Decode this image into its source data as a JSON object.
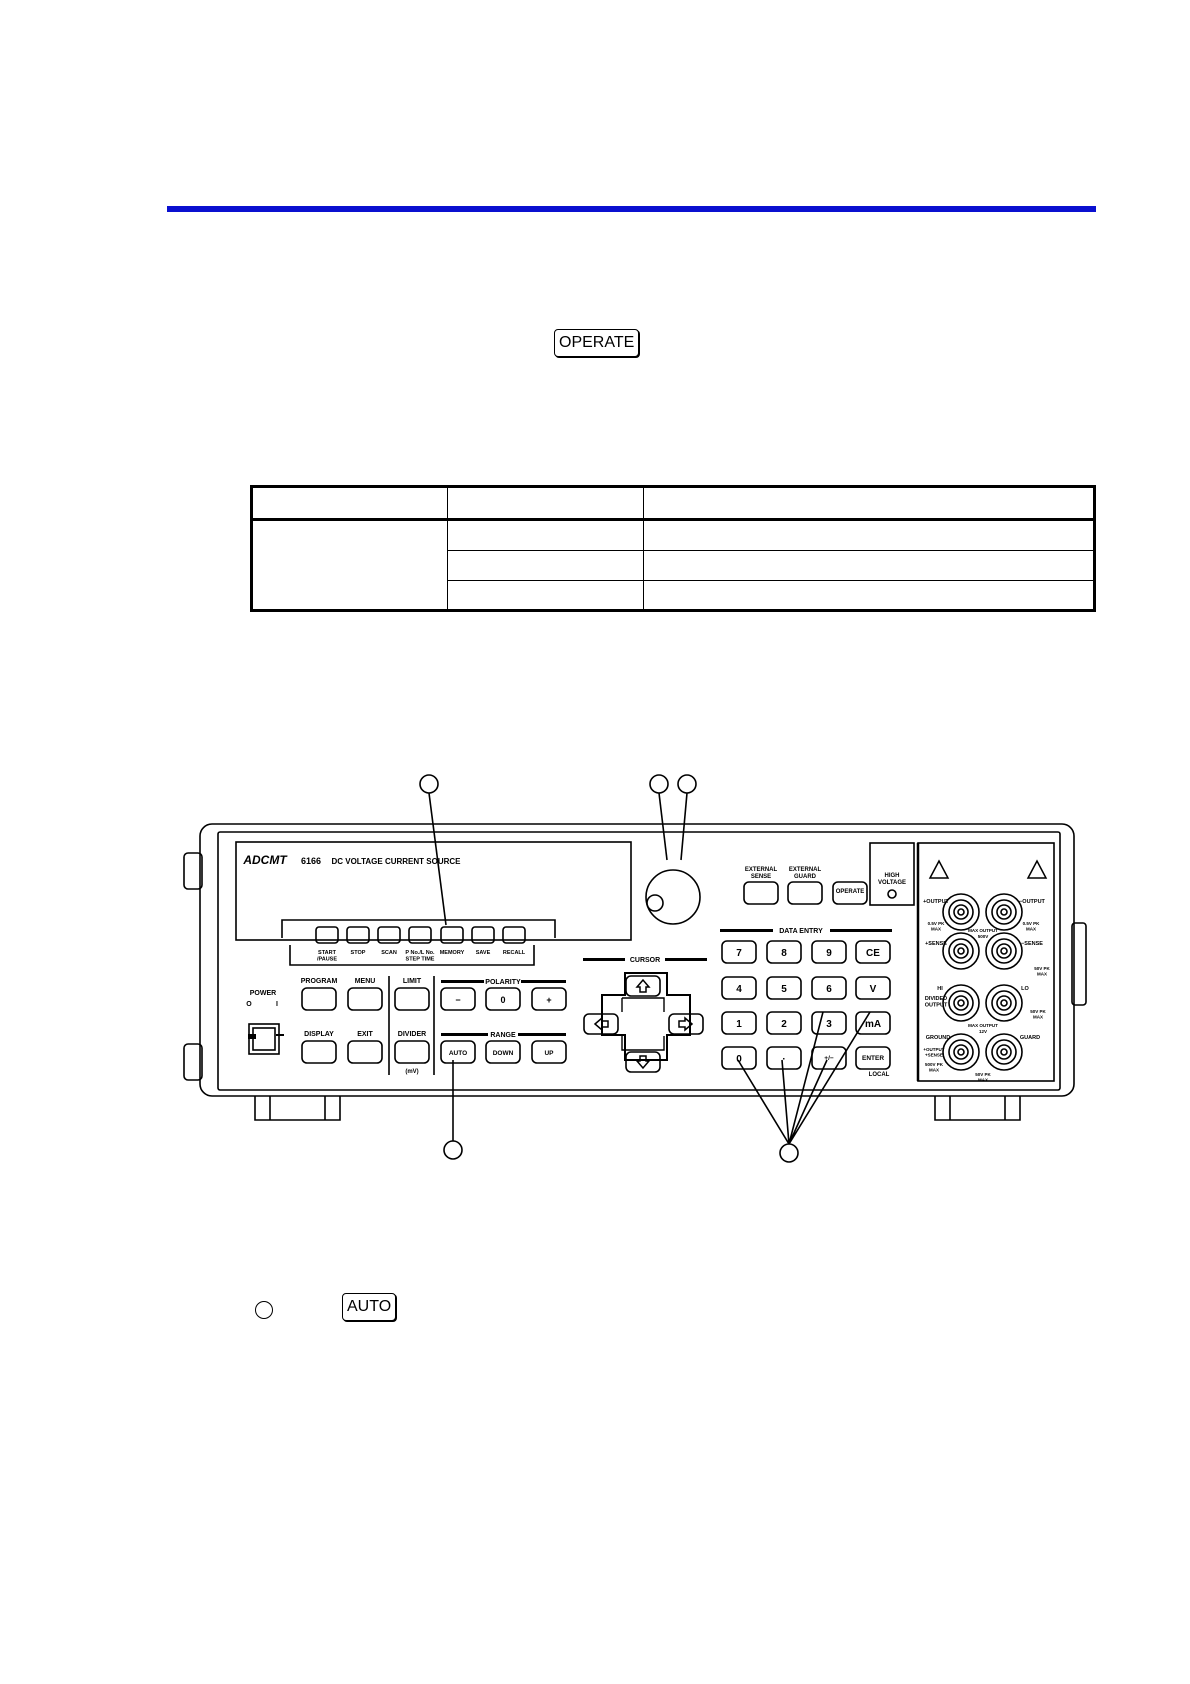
{
  "keycaps": {
    "operate": "OPERATE",
    "auto": "AUTO"
  },
  "panel": {
    "brand": "ADCMT",
    "model": "6166",
    "title": "DC VOLTAGE  CURRENT  SOURCE",
    "soft_keys": [
      "START\n/PAUSE",
      "STOP",
      "SCAN",
      "P No./L No.\nSTEP TIME",
      "MEMORY",
      "SAVE",
      "RECALL"
    ],
    "power_label": "POWER",
    "power_off": "O",
    "power_on": "I",
    "program": "PROGRAM",
    "menu": "MENU",
    "limit": "LIMIT",
    "display": "DISPLAY",
    "exit": "EXIT",
    "divider": "DIVIDER",
    "divider_sub": "(mV)",
    "polarity_label": "POLARITY",
    "polarity_keys": [
      "−",
      "0",
      "+"
    ],
    "range_label": "RANGE",
    "range_keys": [
      "AUTO",
      "DOWN",
      "UP"
    ],
    "cursor_label": "CURSOR",
    "external_sense": "EXTERNAL\nSENSE",
    "external_guard": "EXTERNAL\nGUARD",
    "operate": "OPERATE",
    "high_voltage": "HIGH\nVOLTAGE",
    "data_entry_label": "DATA  ENTRY",
    "data_keys": [
      [
        "7",
        "8",
        "9",
        "CE"
      ],
      [
        "4",
        "5",
        "6",
        "V"
      ],
      [
        "1",
        "2",
        "3",
        "mA"
      ],
      [
        "0",
        "·",
        "+/−",
        "ENTER"
      ]
    ],
    "local_label": "LOCAL",
    "terminals": {
      "plus_output": "+OUTPUT",
      "minus_output": "−OUTPUT",
      "plus_sense": "+SENSE",
      "minus_sense": "−SENSE",
      "hi": "HI",
      "lo": "LO",
      "divided_output": "DIVIDED\nOUTPUT",
      "ground": "GROUND",
      "guard": "GUARD",
      "output_max": "MAX  OUTPUT",
      "v500": "500V",
      "v12": "12V",
      "pk_left": "0.5V PK\nMAX",
      "pk_right": "0.5V PK\nMAX",
      "pk50_a": "50V PK\nMAX",
      "pk50_b": "50V PK\nMAX",
      "pk50_c": "50V PK\nMAX",
      "output_sense": "+OUTPUT\n+SENSE",
      "pk500": "500V PK\nMAX"
    }
  },
  "colors": {
    "rule": "#0a10d0"
  }
}
